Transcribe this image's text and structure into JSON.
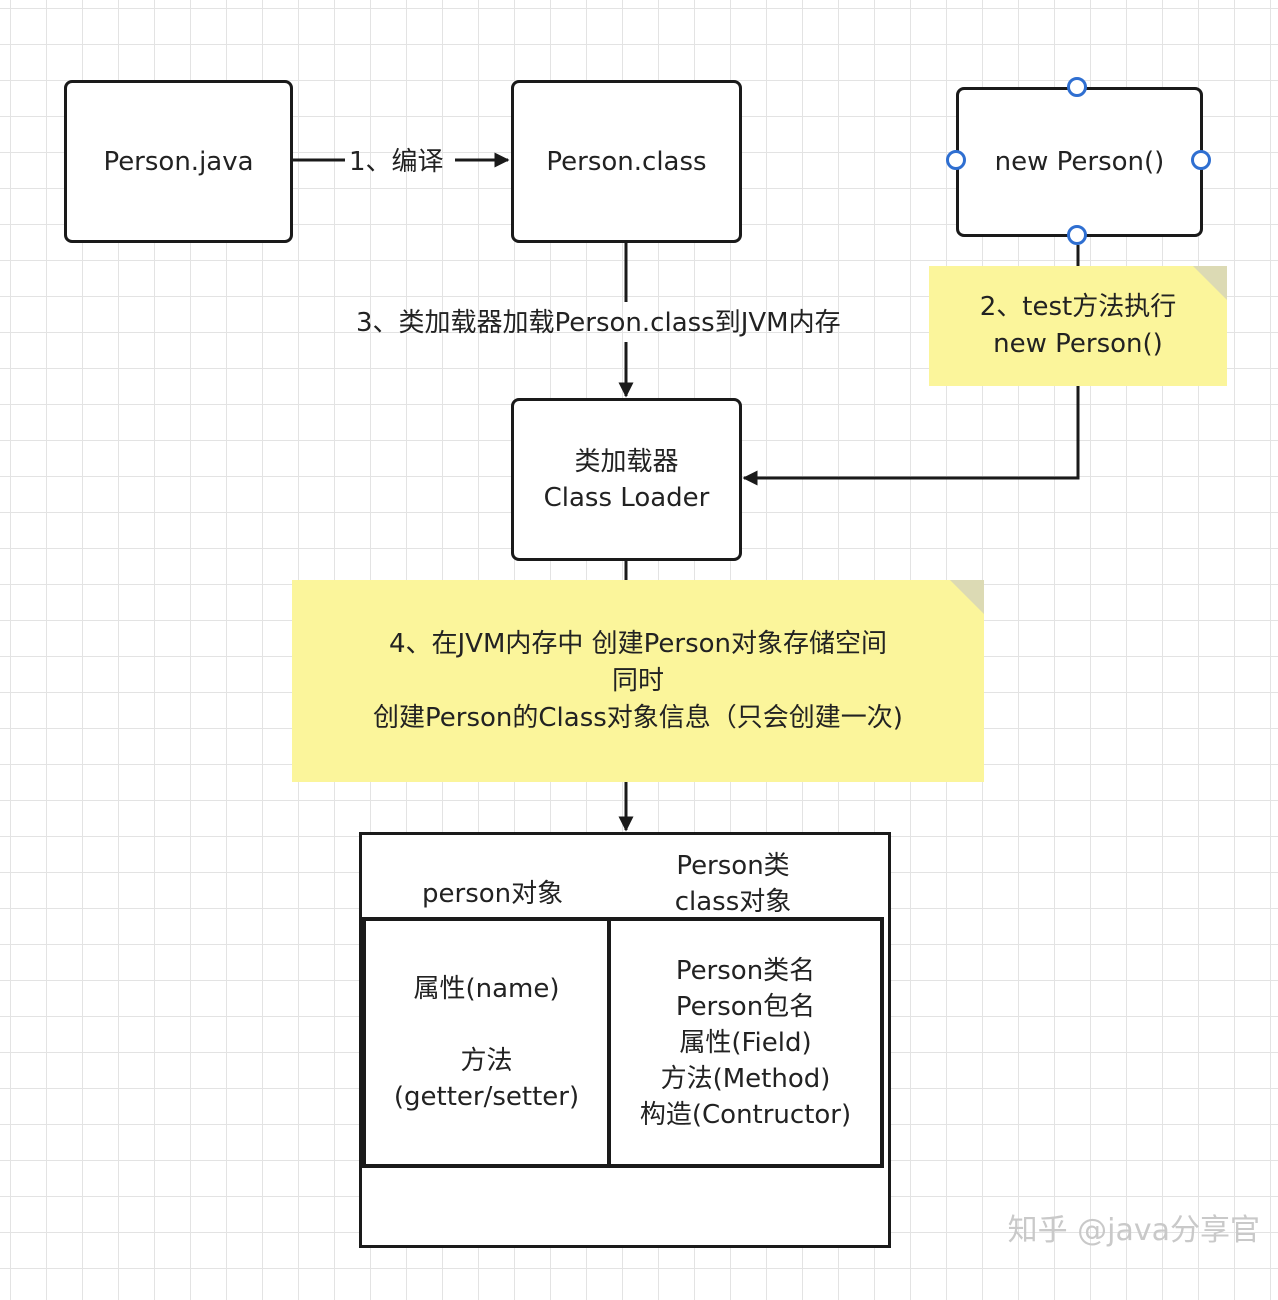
{
  "nodes": {
    "person_java": "Person.java",
    "person_class": "Person.class",
    "new_person": "new Person()",
    "class_loader": {
      "line1": "类加载器",
      "line2": "Class Loader"
    }
  },
  "edges": {
    "compile": "1、编译",
    "load": "3、类加载器加载Person.class到JVM内存"
  },
  "notes": {
    "test_exec": {
      "line1": "2、test方法执行",
      "line2": "new Person()"
    },
    "jvm_create": {
      "line1": "4、在JVM内存中 创建Person对象存储空间",
      "line2": "同时",
      "line3": "创建Person的Class对象信息（只会创建一次)"
    }
  },
  "memory": {
    "person_object": {
      "header": "person对象",
      "attr": "属性(name)",
      "method_line1": "方法",
      "method_line2": "(getter/setter)"
    },
    "class_object": {
      "header_line1": "Person类",
      "header_line2": "class对象",
      "items": [
        "Person类名",
        "Person包名",
        "属性(Field)",
        "方法(Method)",
        "构造(Contructor)"
      ]
    }
  },
  "watermark": "知乎 @java分享官",
  "colors": {
    "note": "#fbf59b",
    "handle": "#2f6fd1",
    "line": "#1a1a1a",
    "grid": "#e3e3e3"
  }
}
